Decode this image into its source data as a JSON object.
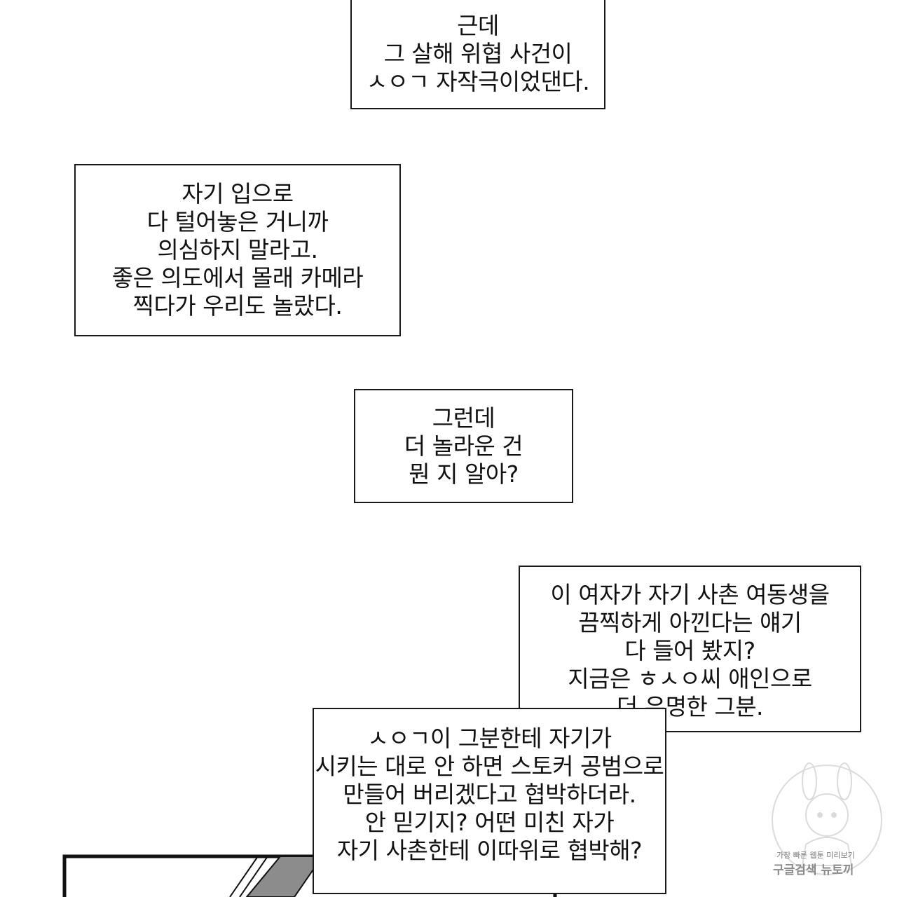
{
  "bubbles": [
    {
      "lines": [
        "근데",
        "그 살해 위협 사건이",
        "ㅅㅇㄱ 자작극이었댄다."
      ]
    },
    {
      "lines": [
        "자기 입으로",
        "다 털어놓은 거니까",
        "의심하지 말라고.",
        "좋은 의도에서 몰래 카메라",
        "찍다가 우리도 놀랐다."
      ]
    },
    {
      "lines": [
        "그런데",
        "더 놀라운 건",
        "뭔 지 알아?"
      ]
    },
    {
      "lines": [
        "이 여자가 자기 사촌 여동생을",
        "끔찍하게 아낀다는 얘기",
        "다 들어 봤지?",
        "지금은 ㅎㅅㅇ씨 애인으로",
        "더 유명한 그분."
      ]
    },
    {
      "lines": [
        "ㅅㅇㄱ이 그분한테 자기가",
        "시키는 대로 안 하면 스토커 공범으로",
        "만들어 버리겠다고 협박하더라.",
        "안 믿기지? 어떤 미친 자가",
        "자기 사촌한테 이따위로 협박해?"
      ]
    }
  ],
  "watermark": {
    "top_text": "가장 빠른 웹툰 미리보기",
    "bottom_text": "구글검색 뉴토끼"
  },
  "colors": {
    "border": "#1a1a1a",
    "panel_gray": "#8c8c8c",
    "background": "#ffffff"
  }
}
